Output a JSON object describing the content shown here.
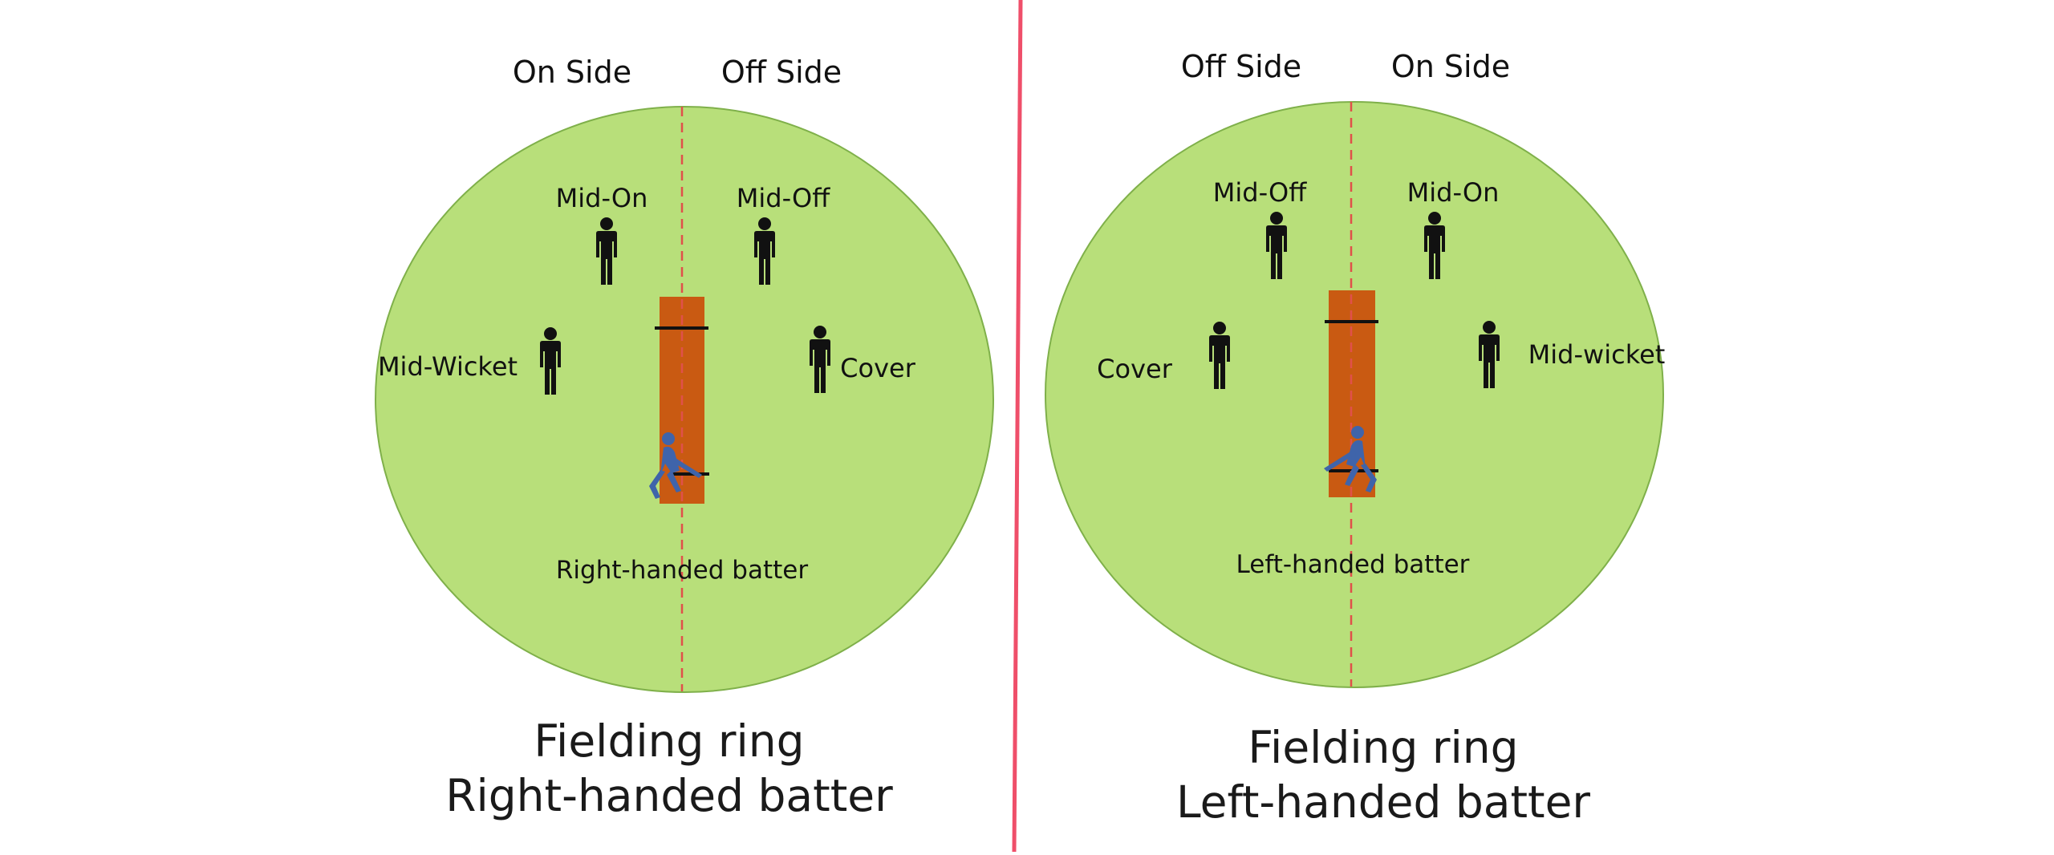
{
  "colors": {
    "field_fill": "#b8df7a",
    "field_stroke": "#7fb04a",
    "pitch": "#c95a12",
    "center_line": "#e0504a",
    "divider": "#ef4f6a",
    "fielder": "#111111",
    "batter": "#3f64aa"
  },
  "icons": {
    "fielder": "person-icon",
    "batter": "batter-icon"
  },
  "diagrams": [
    {
      "id": "right",
      "side_left": "On Side",
      "side_right": "Off Side",
      "fielders": [
        "Mid-On",
        "Mid-Off",
        "Mid-Wicket",
        "Cover"
      ],
      "batter_label": "Right-handed batter",
      "caption_line1": "Fielding ring",
      "caption_line2": "Right-handed batter"
    },
    {
      "id": "left",
      "side_left": "Off Side",
      "side_right": "On Side",
      "fielders": [
        "Mid-Off",
        "Mid-On",
        "Cover",
        "Mid-wicket"
      ],
      "batter_label": "Left-handed batter",
      "caption_line1": "Fielding ring",
      "caption_line2": "Left-handed batter"
    }
  ]
}
